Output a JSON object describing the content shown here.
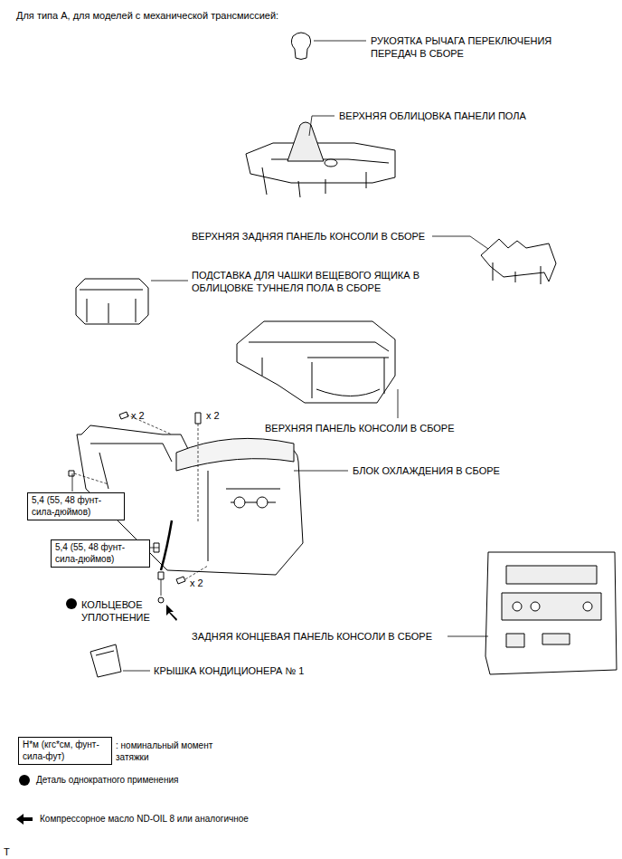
{
  "diagram": {
    "title": "Для типа А, для моделей с механической трансмиссией:",
    "nodes": [
      {
        "text": [
          "5,4 (55, 48 фунт-сила-дюймов)"
        ]
      },
      {
        "text": [
          "5,4 (55, 48 фунт-сила-дюймов)"
        ]
      },
      {
        "text": [
          "Н*м (кгс*см, фунт-сила-фут)"
        ]
      }
    ],
    "labels": [
      "РУКОЯТКА РЫЧАГА ПЕРЕКЛЮЧЕНИЯ ПЕРЕДАЧ В СБОРЕ",
      "ВЕРХНЯЯ ОБЛИЦОВКА ПАНЕЛИ ПОЛА",
      "ВЕРХНЯЯ ЗАДНЯЯ ПАНЕЛЬ КОНСОЛИ В СБОРЕ",
      "ПОДСТАВКА ДЛЯ ЧАШКИ ВЕЩЕВОГО ЯЩИКА В ОБЛИЦОВКЕ ТУННЕЛЯ ПОЛА В СБОРЕ",
      "x 2",
      "x 2",
      "ВЕРХНЯЯ ПАНЕЛЬ КОНСОЛИ В СБОРЕ",
      "БЛОК ОХЛАЖДЕНИЯ В СБОРЕ",
      "x 2",
      "КОЛЬЦЕВОЕ УПЛОТНЕНИЕ",
      "ЗАДНЯЯ КОНЦЕВАЯ ПАНЕЛЬ КОНСОЛИ В СБОРЕ",
      "КРЫШКА КОНДИЦИОНЕРА № 1",
      "T"
    ],
    "legend": [
      {
        "text": ": номинальный момент затяжки"
      },
      {
        "text": "Деталь однократного применения"
      },
      {
        "text": "Компрессорное масло ND-OIL 8 или аналогичное"
      }
    ]
  }
}
